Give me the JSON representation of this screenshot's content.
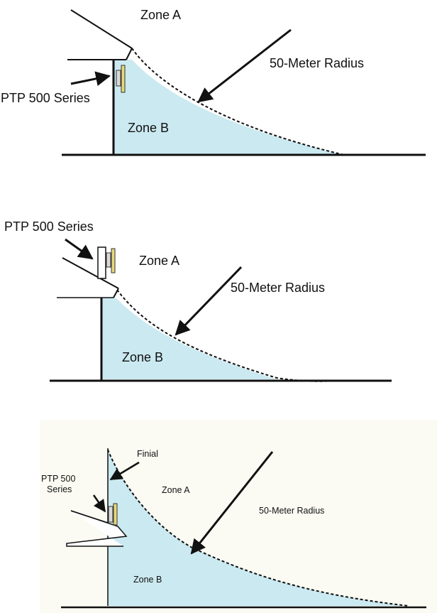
{
  "colors": {
    "zone_b_fill": "#cbe9f1",
    "line": "#111111",
    "mount": "#e8d77a"
  },
  "diagram1": {
    "zone_a": "Zone A",
    "zone_b": "Zone B",
    "radius": "50-Meter Radius",
    "device": "PTP 500 Series"
  },
  "diagram2": {
    "zone_a": "Zone A",
    "zone_b": "Zone B",
    "radius": "50-Meter Radius",
    "device": "PTP 500 Series"
  },
  "diagram3": {
    "zone_a": "Zone A",
    "zone_b": "Zone B",
    "radius": "50-Meter Radius",
    "finial": "Finial",
    "device_line1": "PTP 500",
    "device_line2": "Series"
  }
}
